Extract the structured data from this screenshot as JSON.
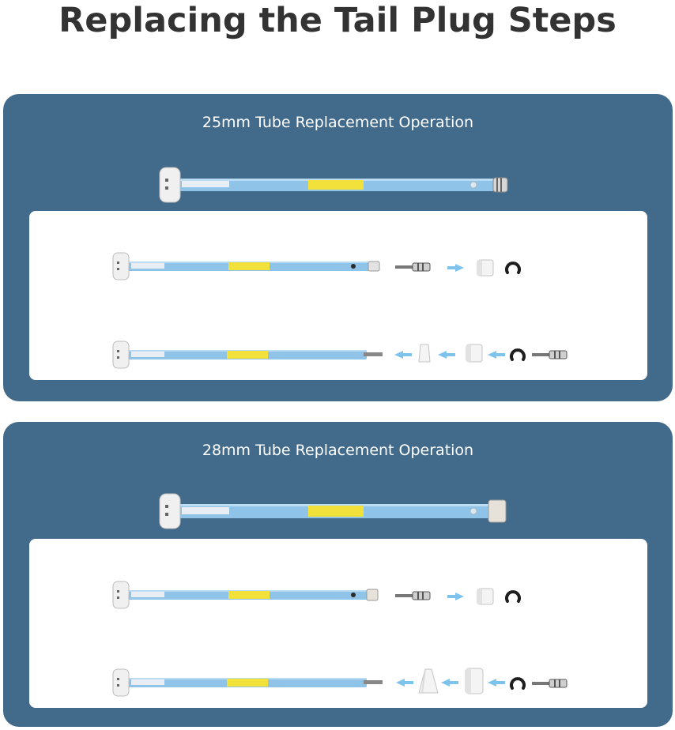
{
  "page": {
    "title": "Replacing the Tail Plug Steps"
  },
  "sections": [
    {
      "title": "25mm Tube Replacement Operation"
    },
    {
      "title": "28mm Tube Replacement Operation"
    }
  ],
  "colors": {
    "panel": "#426a8b",
    "tube": "#8fc3e8",
    "label": "#f2e13a",
    "arrow": "#7ec3ec",
    "title_text": "#333333"
  },
  "icons": [
    "tubular-motor-icon",
    "crankshaft-pin-icon",
    "tail-plug-icon",
    "e-clip-icon",
    "arrow-right-icon",
    "arrow-left-icon"
  ]
}
